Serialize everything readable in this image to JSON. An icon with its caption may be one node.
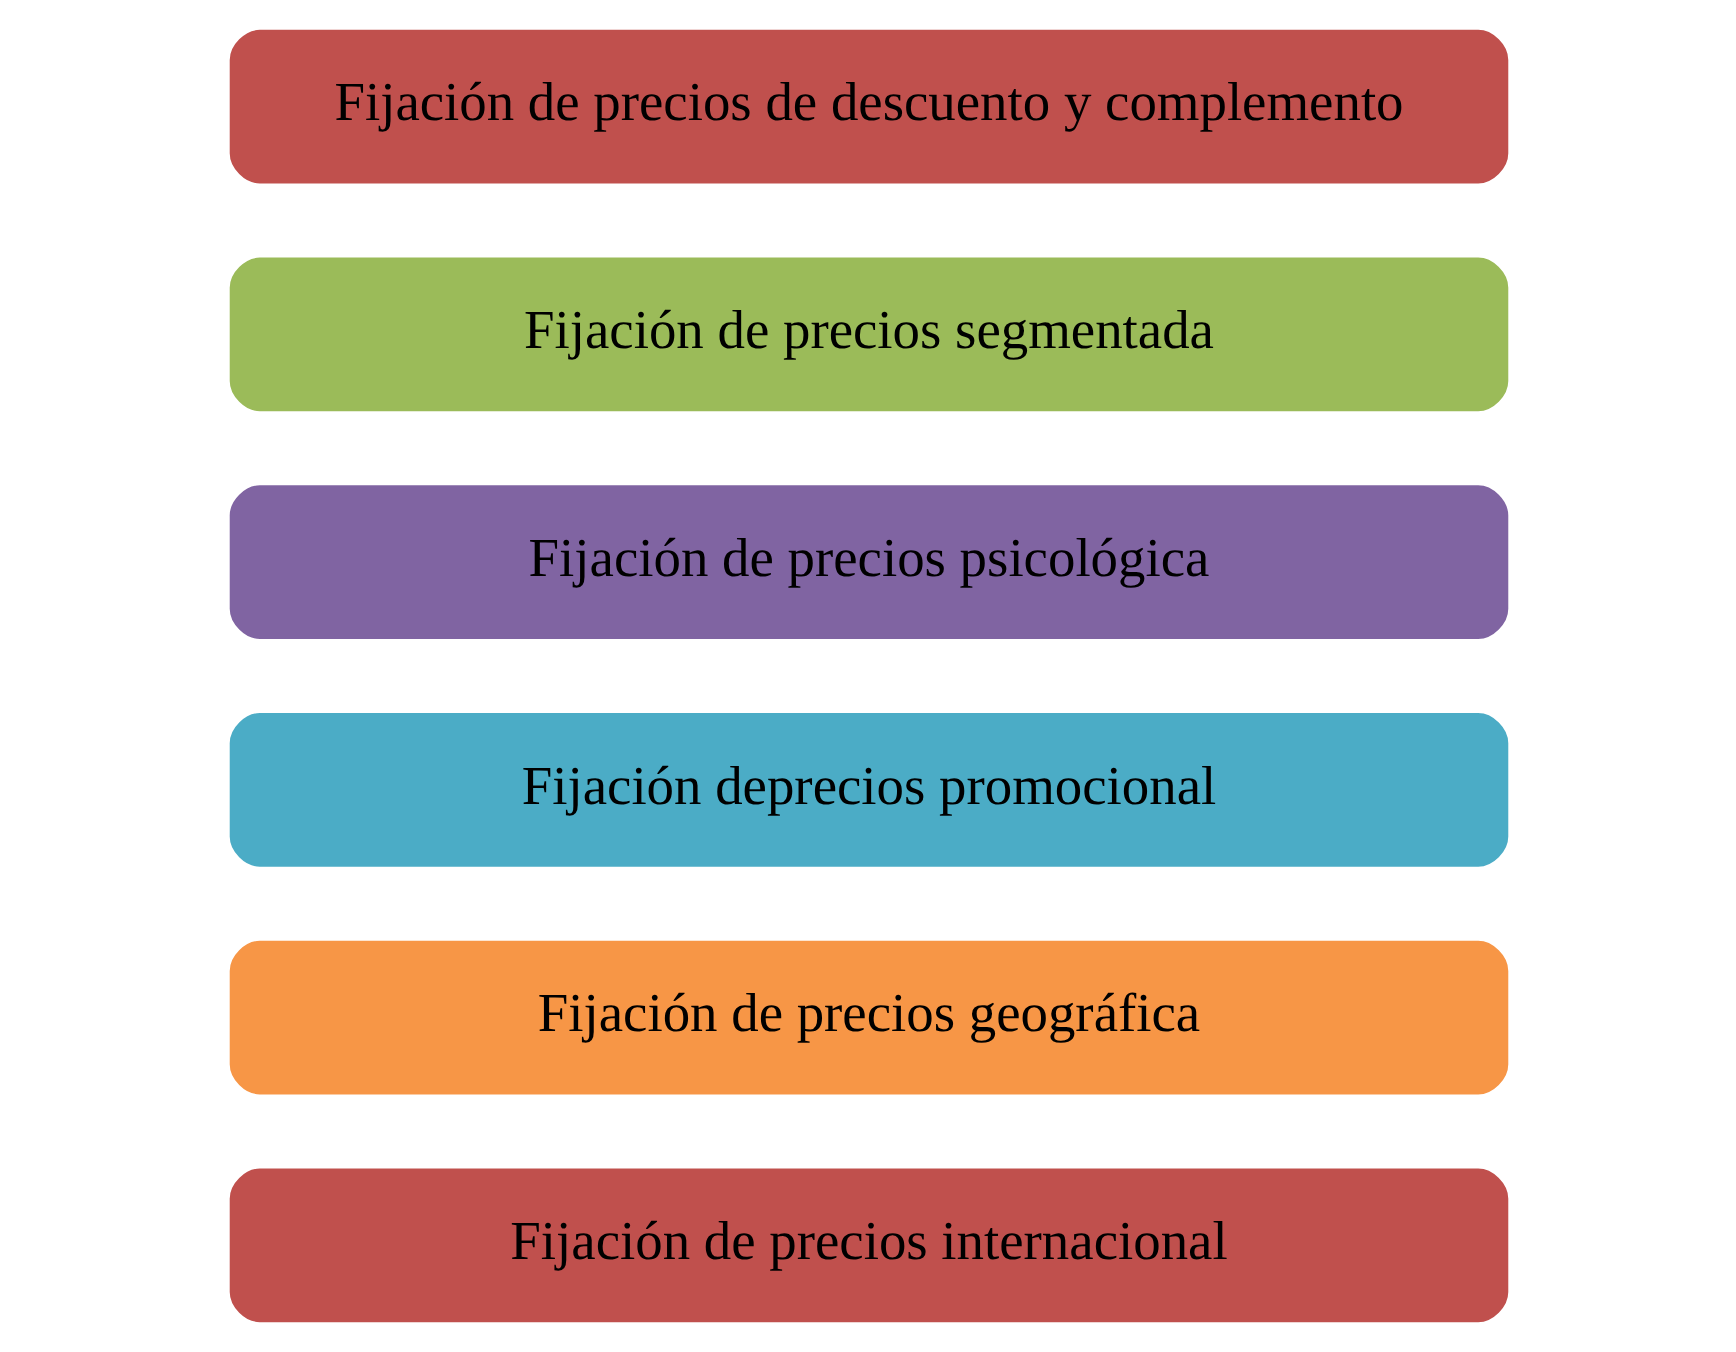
{
  "diagram": {
    "nodes": [
      {
        "text": [
          "Fijación de precios de descuento y complemento"
        ]
      },
      {
        "text": [
          "Fijación de precios segmentada"
        ]
      },
      {
        "text": [
          "Fijación de precios psicológica"
        ]
      },
      {
        "text": [
          "Fijación deprecios promocional"
        ]
      },
      {
        "text": [
          "Fijación de precios geográfica"
        ]
      },
      {
        "text": [
          "Fijación de precios internacional"
        ]
      }
    ]
  }
}
